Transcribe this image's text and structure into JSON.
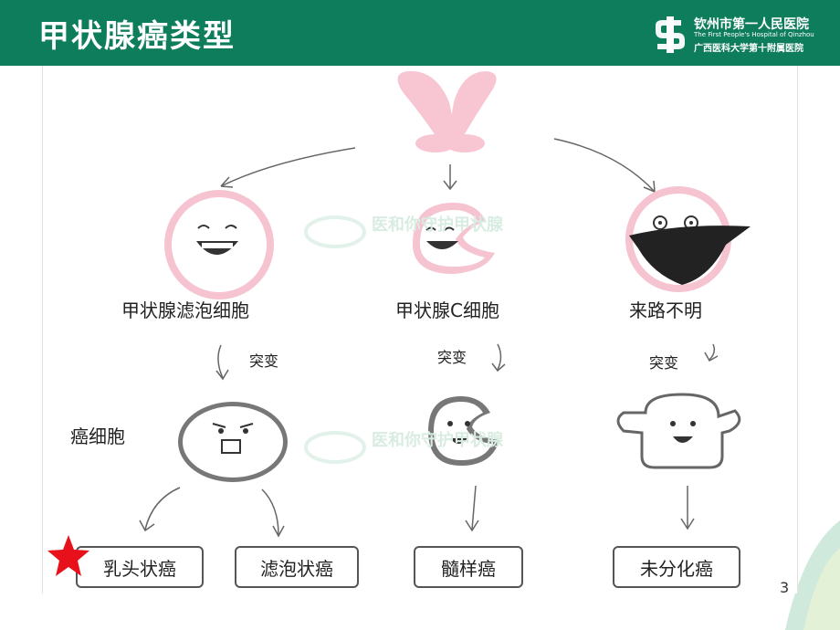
{
  "slide": {
    "title": "甲状腺癌类型",
    "page_number": "3"
  },
  "logo": {
    "name": "钦州市第一人民医院",
    "english": "The First People's Hospital of Qinzhou",
    "subtitle": "广西医科大学第十附属医院"
  },
  "watermark": {
    "text": "医和你守护甲状腺"
  },
  "diagram": {
    "origin_cells": [
      {
        "label": "甲状腺滤泡细胞"
      },
      {
        "label": "甲状腺C细胞"
      },
      {
        "label": "来路不明"
      }
    ],
    "mutation_label": "突变",
    "cancer_cell_label": "癌细胞",
    "cancer_types": [
      {
        "label": "乳头状癌"
      },
      {
        "label": "滤泡状癌"
      },
      {
        "label": "髓样癌"
      },
      {
        "label": "未分化癌"
      }
    ]
  },
  "colors": {
    "header": "#0e7d5c",
    "star": "#e8101a",
    "pink": "#f4b8c8"
  }
}
